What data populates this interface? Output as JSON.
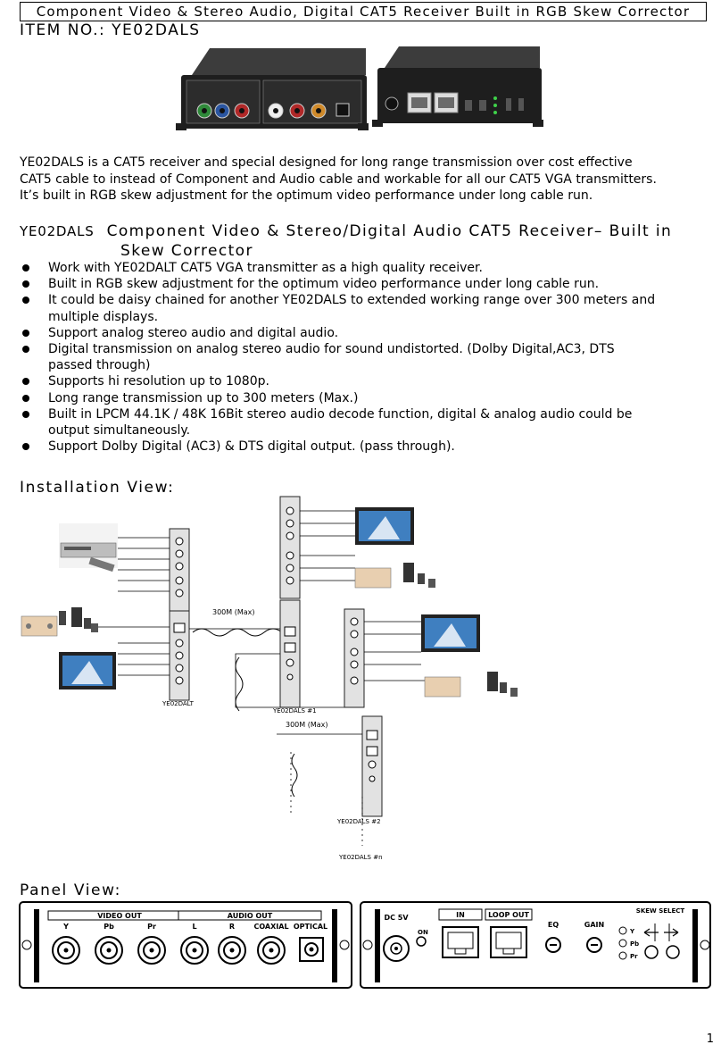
{
  "header": {
    "title": "Component Video & Stereo Audio, Digital CAT5 Receiver Built in RGB Skew Corrector",
    "item_no": "ITEM NO.:  YE02DALS"
  },
  "intro": {
    "lines": [
      "YE02DALS is a CAT5 receiver and special designed for long range transmission over cost effective",
      "CAT5 cable to instead of Component and Audio cable and workable for all our CAT5 VGA transmitters.",
      "It’s built in RGB skew adjustment for the optimum video performance under long cable run."
    ]
  },
  "features": {
    "model": "YE02DALS",
    "title_line1": "Component Video & Stereo/Digital Audio CAT5 Receiver– Built in",
    "title_line2": "Skew Corrector",
    "bullets": [
      "Work with YE02DALT CAT5 VGA transmitter as a high quality receiver.",
      "Built in RGB skew adjustment for the optimum video performance under long cable run.",
      "It could be daisy chained for another YE02DALS to extended working range over 300 meters and\nmultiple displays.",
      "Support analog stereo audio and digital audio.",
      "Digital transmission on analog stereo audio for sound undistorted. (Dolby Digital,AC3, DTS\npassed through)",
      "Supports hi resolution up to 1080p.",
      "Long range transmission up to 300 meters (Max.)",
      "Built in LPCM 44.1K / 48K 16Bit stereo audio decode function, digital & analog audio could be\noutput simultaneously.",
      "Support Dolby Digital (AC3) & DTS digital output. (pass through)."
    ]
  },
  "installation": {
    "heading": "Installation View:",
    "cable1": "300M (Max)",
    "cable2": "300M (Max)",
    "tx_label": "YE02DALT",
    "rx1_label": "YE02DALS #1",
    "rx2_label": "YE02DALS #2",
    "rxn_label": "YE02DALS #n"
  },
  "panel": {
    "heading": "Panel View:",
    "video_out": "VIDEO OUT",
    "audio_out": "AUDIO OUT",
    "y": "Y",
    "pb": "Pb",
    "pr": "Pr",
    "l": "L",
    "r": "R",
    "coaxial": "COAXIAL",
    "optical": "OPTICAL",
    "dc5v": "DC 5V",
    "on": "ON",
    "in": "IN",
    "loop_out": "LOOP OUT",
    "eq": "EQ",
    "gain": "GAIN",
    "skew_select": "SKEW SELECT",
    "skew_y": "Y",
    "skew_pb": "Pb",
    "skew_pr": "Pr"
  },
  "footer": {
    "page": "1"
  }
}
